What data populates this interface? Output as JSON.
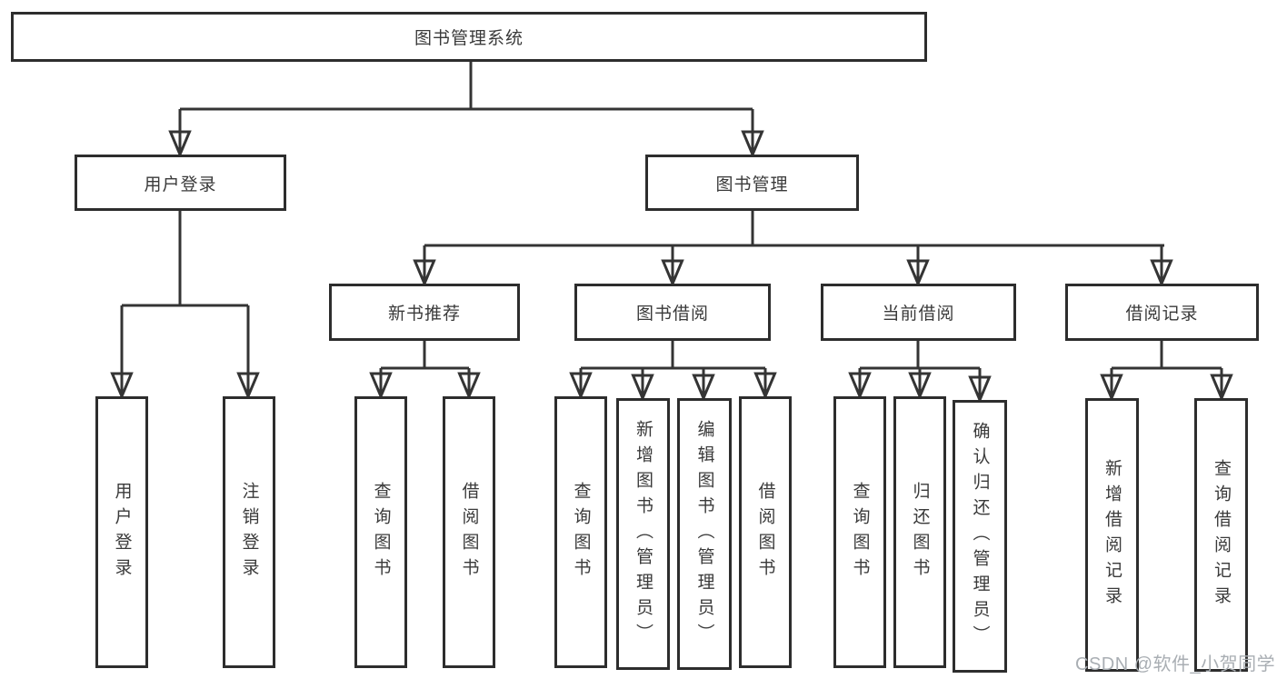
{
  "colors": {
    "background": "#ffffff",
    "line": "#343434",
    "box_border": "#2d2d2d",
    "text": "#3a3a3a",
    "watermark": "#a9aeb3"
  },
  "watermark": {
    "text": "CSDN @软件_小贺同学"
  },
  "tree": {
    "root": {
      "label": "图书管理系统",
      "children": [
        {
          "label": "用户登录",
          "children": [
            {
              "label": "用户登录"
            },
            {
              "label": "注销登录"
            }
          ]
        },
        {
          "label": "图书管理",
          "children": [
            {
              "label": "新书推荐",
              "children": [
                {
                  "label": "查询图书"
                },
                {
                  "label": "借阅图书"
                }
              ]
            },
            {
              "label": "图书借阅",
              "children": [
                {
                  "label": "查询图书"
                },
                {
                  "label": "新增图书（管理员）"
                },
                {
                  "label": "编辑图书（管理员）"
                },
                {
                  "label": "借阅图书"
                }
              ]
            },
            {
              "label": "当前借阅",
              "children": [
                {
                  "label": "查询图书"
                },
                {
                  "label": "归还图书"
                },
                {
                  "label": "确认归还（管理员）"
                }
              ]
            },
            {
              "label": "借阅记录",
              "children": [
                {
                  "label": "新增借阅记录"
                },
                {
                  "label": "查询借阅记录"
                }
              ]
            }
          ]
        }
      ]
    }
  }
}
